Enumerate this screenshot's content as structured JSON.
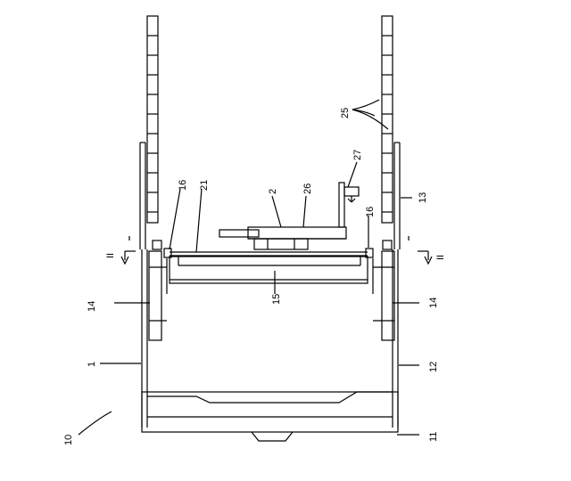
{
  "figure": {
    "labels": {
      "ref_10": "10",
      "ref_1": "1",
      "ref_14_left": "14",
      "ref_14_right": "14",
      "ref_15": "15",
      "ref_16_left": "16",
      "ref_16_right": "16",
      "ref_21": "21",
      "ref_2": "2",
      "ref_26": "26",
      "ref_27": "27",
      "ref_25": "25",
      "ref_13": "13",
      "ref_12": "12",
      "ref_11": "11",
      "section_left": "II",
      "section_right": "II"
    },
    "colors": {
      "line": "#000000",
      "background": "#ffffff"
    }
  }
}
